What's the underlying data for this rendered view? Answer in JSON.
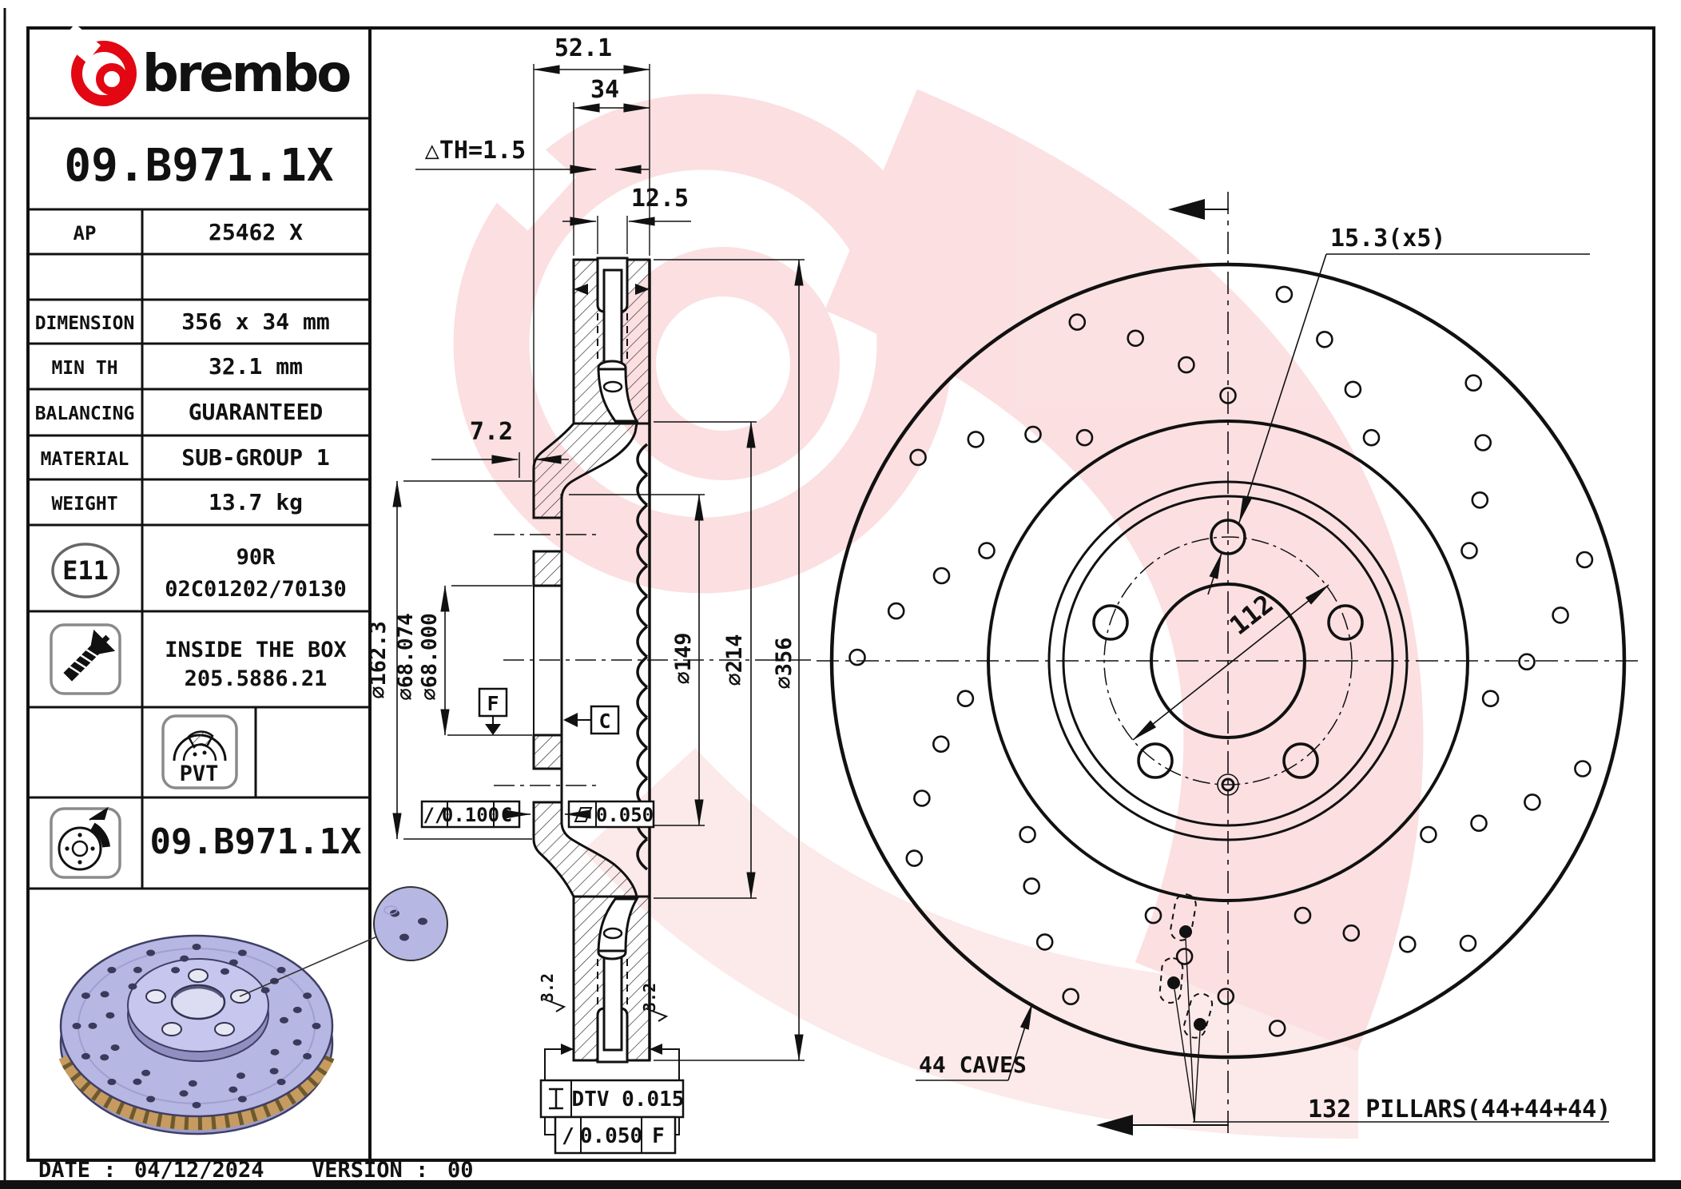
{
  "colors": {
    "brand_red": "#e30613",
    "line": "#111111",
    "disc_lavender": "#b7b7e4",
    "disc_gold": "#c79b5f",
    "watermark_pink": "#e30613"
  },
  "panel": {
    "brand": "brembo",
    "part_number": "09.B971.1X",
    "rows": [
      {
        "label": "AP",
        "value": "25462 X"
      },
      {
        "label": "",
        "value": ""
      },
      {
        "label": "DIMENSION",
        "value": "356 x 34 mm"
      },
      {
        "label": "MIN TH",
        "value": "32.1 mm"
      },
      {
        "label": "BALANCING",
        "value": "GUARANTEED"
      },
      {
        "label": "MATERIAL",
        "value": "SUB-GROUP 1"
      },
      {
        "label": "WEIGHT",
        "value": "13.7 kg"
      }
    ],
    "homologation": {
      "badge": "E11",
      "line1": "90R",
      "line2": "02C01202/70130"
    },
    "inside_box": {
      "line1": "INSIDE THE BOX",
      "line2": "205.5886.21"
    },
    "pvt_label": "PVT",
    "disc_code": "09.B971.1X"
  },
  "section_view": {
    "dim_width_total": "52.1",
    "dim_band": "34",
    "dim_wear": "△TH=1.5",
    "dim_offset": "12.5",
    "dim_wall": "7.2",
    "dia_flange": "∅162.3",
    "dia_bore_max": "∅68.074",
    "dia_bore_min": "∅68.000",
    "dia_hat": "∅149",
    "dia_band_inner": "∅214",
    "dia_outer": "∅356",
    "parallelism": {
      "symbol": "//",
      "value": "0.100",
      "datum": "C"
    },
    "flatness": {
      "value": "0.050"
    },
    "dtv": {
      "value": "DTV 0.015"
    },
    "runout": {
      "symbol": "/",
      "value": "0.050",
      "datum": "F"
    },
    "roughness1": "3.2",
    "roughness2": "3.2",
    "datum_f": "F",
    "datum_c": "C"
  },
  "front_view": {
    "bolt_holes": "15.3(x5)",
    "pcd": "112",
    "caves": "44 CAVES",
    "pillars": "132 PILLARS(44+44+44)",
    "caves_count": 44,
    "pillars_shown": 3
  },
  "footer": {
    "date_label": "DATE :",
    "date": "04/12/2024",
    "version_label": "VERSION :",
    "version": "00"
  }
}
